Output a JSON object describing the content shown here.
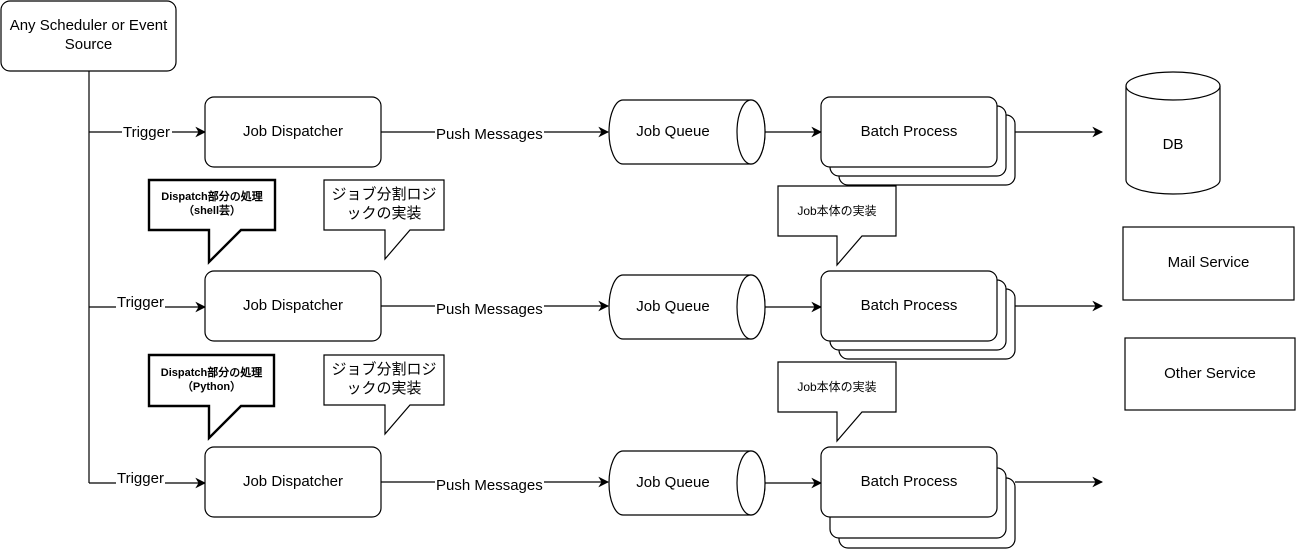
{
  "source": {
    "label": "Any Scheduler or Event Source"
  },
  "rows": [
    {
      "trigger": "Trigger",
      "dispatcher": "Job Dispatcher",
      "push": "Push Messages",
      "queue": "Job Queue",
      "batch": "Batch Process"
    },
    {
      "trigger": "Trigger",
      "dispatcher": "Job Dispatcher",
      "push": "Push Messages",
      "queue": "Job Queue",
      "batch": "Batch Process"
    },
    {
      "trigger": "Trigger",
      "dispatcher": "Job Dispatcher",
      "push": "Push Messages",
      "queue": "Job Queue",
      "batch": "Batch Process"
    }
  ],
  "callouts": {
    "dispatch_shell": "Dispatch部分の処理\n（shell芸）",
    "dispatch_python": "Dispatch部分の処理\n（Python）",
    "split_logic_1": "ジョブ分割ロジックの実装",
    "split_logic_2": "ジョブ分割ロジックの実装",
    "job_impl_1": "Job本体の実装",
    "job_impl_2": "Job本体の実装"
  },
  "targets": {
    "db": "DB",
    "mail": "Mail Service",
    "other": "Other Service"
  }
}
